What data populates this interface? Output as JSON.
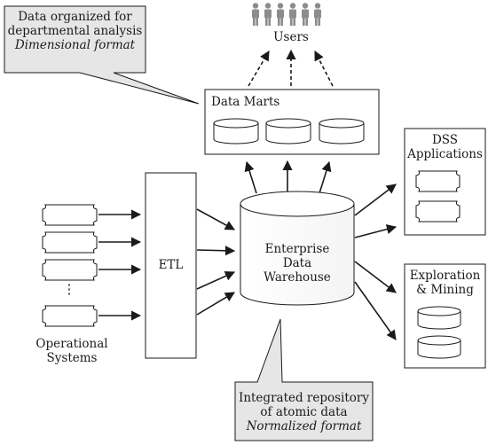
{
  "users_label": "Users",
  "data_marts": {
    "title": "Data Marts"
  },
  "callout_top": {
    "line1": "Data organized for",
    "line2": "departmental analysis",
    "line3": "Dimensional format"
  },
  "dss": {
    "line1": "DSS",
    "line2": "Applications"
  },
  "etl_label": "ETL",
  "warehouse": {
    "line1": "Enterprise",
    "line2": "Data",
    "line3": "Warehouse"
  },
  "exploration": {
    "line1": "Exploration",
    "line2": "& Mining"
  },
  "operational": {
    "line1": "Operational",
    "line2": "Systems"
  },
  "callout_bottom": {
    "line1": "Integrated repository",
    "line2": "of atomic data",
    "line3": "Normalized format"
  },
  "ellipsis": "⋮"
}
